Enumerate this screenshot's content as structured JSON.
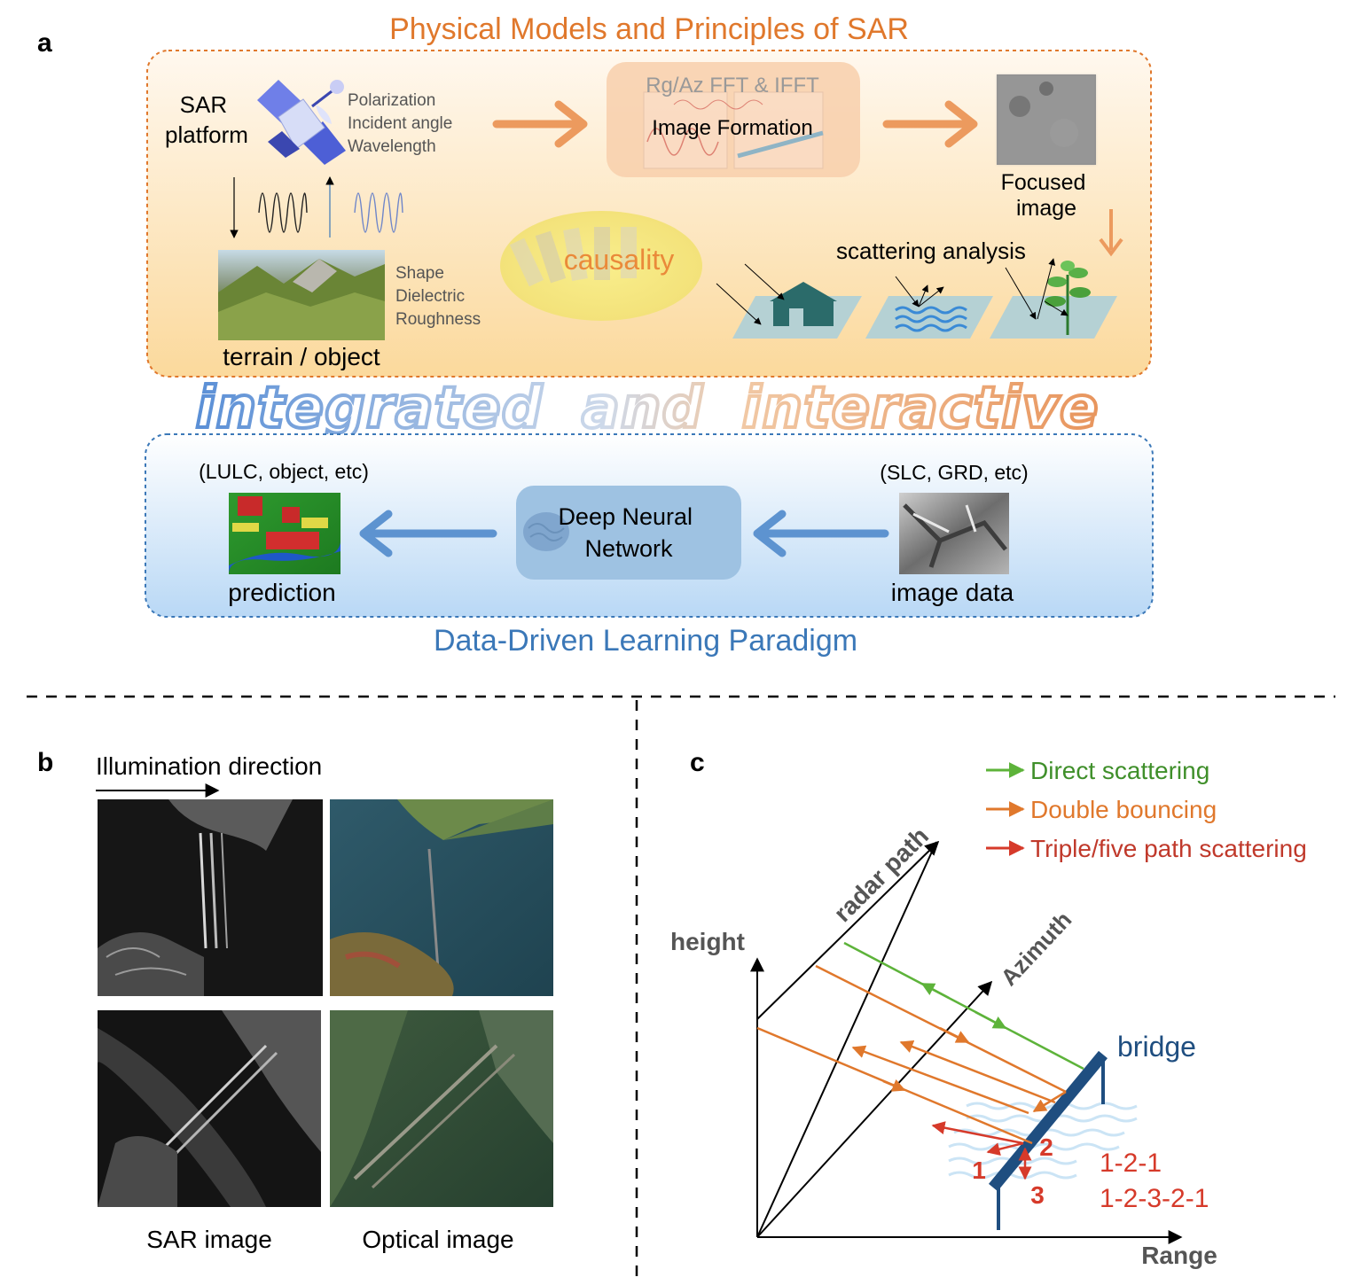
{
  "panel_a": {
    "letter": "a",
    "title_top": "Physical Models and Principles of SAR",
    "sar_platform": [
      "SAR",
      "platform"
    ],
    "platform_params": [
      "Polarization",
      "Incident angle",
      "Wavelength"
    ],
    "fft_label": "Rg/Az FFT & IFFT",
    "image_formation": "Image Formation",
    "focused_image": [
      "Focused",
      "image"
    ],
    "terrain_params": [
      "Shape",
      "Dielectric",
      "Roughness"
    ],
    "terrain_label": "terrain / object",
    "causality": "causality",
    "scattering_analysis": "scattering analysis",
    "middle_banner": [
      "integrated",
      "and",
      "interactive"
    ],
    "lulc_label": "(LULC, object, etc)",
    "slc_label": "(SLC, GRD, etc)",
    "dnn": [
      "Deep Neural",
      "Network"
    ],
    "prediction": "prediction",
    "image_data": "image data",
    "title_bottom": "Data-Driven Learning Paradigm"
  },
  "panel_b": {
    "letter": "b",
    "illumination": "Illumination direction",
    "sar_caption": "SAR image",
    "optical_caption": "Optical image"
  },
  "panel_c": {
    "letter": "c",
    "legend": [
      {
        "label": "Direct scattering",
        "color": "#3f8f2a",
        "arrow": "#5db33a"
      },
      {
        "label": "Double bouncing",
        "color": "#e0782c",
        "arrow": "#e0782c"
      },
      {
        "label": "Triple/five path scattering",
        "color": "#c0392b",
        "arrow": "#d63a2a"
      }
    ],
    "axis_height": "height",
    "axis_radar_path": "radar path",
    "axis_azimuth": "Azimuth",
    "axis_range": "Range",
    "bridge": "bridge",
    "points": [
      "1",
      "2",
      "3"
    ],
    "paths": [
      "1-2-1",
      "1-2-3-2-1"
    ]
  },
  "colors": {
    "orange": "#e0782c",
    "blue": "#3b78b8",
    "navy": "#1f4e80",
    "red": "#d63a2a",
    "green": "#5db33a"
  }
}
